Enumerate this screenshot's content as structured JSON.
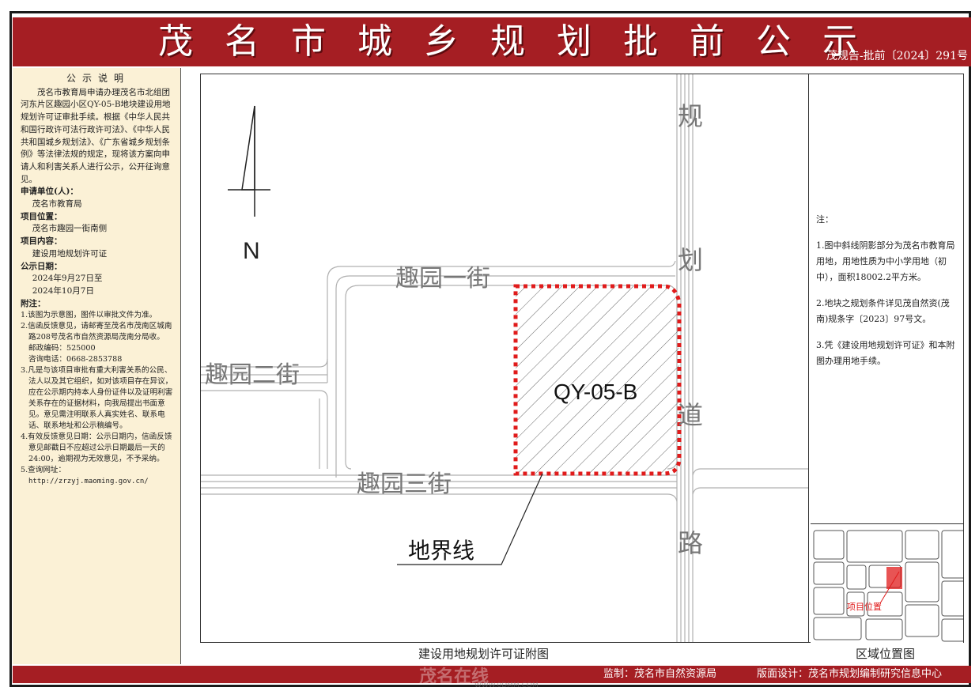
{
  "header": {
    "title": "茂名市城乡规划批前公示",
    "doc_no": "茂规告-批前〔2024〕291号"
  },
  "notice": {
    "title": "公示说明",
    "body": "茂名市教育局申请办理茂名市北组团河东片区趣园小区QY-05-B地块建设用地规划许可证审批手续。根据《中华人民共和国行政许可法行政许可法》、《中华人民共和国城乡规划法》、《广东省城乡规划条例》等法律法规的规定，现将该方案向申请人和利害关系人进行公示，公开征询意见。",
    "applicant_label": "申请单位(人)：",
    "applicant": "茂名市教育局",
    "location_label": "项目位置：",
    "location": "茂名市趣园一街南侧",
    "content_label": "项目内容：",
    "content": "建设用地规划许可证",
    "date_label": "公示日期：",
    "date_from": "2024年9月27日至",
    "date_to": "2024年10月7日",
    "appendix_label": "附注：",
    "appendix_1": "1.该图为示意图，图件以审批文件为准。",
    "appendix_2": "2.信函反馈意见，请邮寄至茂名市茂南区城南路208号茂名市自然资源局茂南分局收。",
    "postcode": "邮政编码：525000",
    "phone": "咨询电话：0668-2853788",
    "appendix_3": "3.凡是与该项目审批有重大利害关系的公民、法人以及其它组织，如对该项目存在异议，应在公示期内持本人身份证件以及证明利害关系存在的证据材料，向我局提出书面意见。意见需注明联系人真实姓名、联系电话、联系地址和公示稿编号。",
    "appendix_4": "4.有效反馈意见日期：公示日期内，信函反馈意见邮戳日不应超过公示日期最后一天的24:00，逾期视为无效意见，不予采纳。",
    "appendix_5": "5.查询网址：",
    "url": "http://zrzyj.maoming.gov.cn/"
  },
  "map": {
    "north": "N",
    "road_1": "趣园一街",
    "road_2": "趣园二街",
    "road_3": "趣园三街",
    "road_v": [
      "规",
      "划",
      "道",
      "路"
    ],
    "parcel": "QY-05-B",
    "boundary": "地界线",
    "caption": "建设用地规划许可证附图",
    "colors": {
      "boundary_red": "#e01b1b",
      "road_gray": "#b0b0b0",
      "hatch": "#666666"
    }
  },
  "notes": {
    "head": "注：",
    "n1": "1.图中斜线阴影部分为茂名市教育局用地，用地性质为中小学用地（初中），面积18002.2平方米。",
    "n2": "2.地块之规划条件详见茂自然资(茂南)规条字〔2023〕97号文。",
    "n3": "3.凭《建设用地规划许可证》和本附图办理用地手续。"
  },
  "inset": {
    "caption": "区域位置图",
    "label": "项目位置"
  },
  "footer": {
    "supervisor": "监制：茂名市自然资源局",
    "designer": "版面设计：茂名市规划编制研究信息中心",
    "watermark": "茂名在线",
    "watermark_url": "WWW.0DMM.COM"
  }
}
